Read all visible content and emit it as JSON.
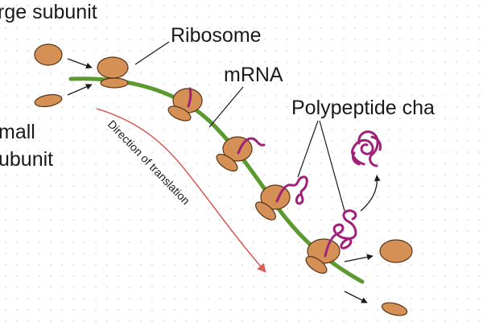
{
  "labels": {
    "large_subunit": "rge subunit",
    "ribosome": "Ribosome",
    "mrna": "mRNA",
    "small_subunit_line1": "mall",
    "small_subunit_line2": "ubunit",
    "polypeptide_chains": "Polypeptide cha",
    "direction": "Direction of translation"
  },
  "colors": {
    "subunit_fill": "#d49055",
    "subunit_stroke": "#5a3418",
    "mrna": "#5a9a2e",
    "polypeptide": "#a0207a",
    "direction_arrow": "#d9605a",
    "leader": "#1a1a1a"
  }
}
